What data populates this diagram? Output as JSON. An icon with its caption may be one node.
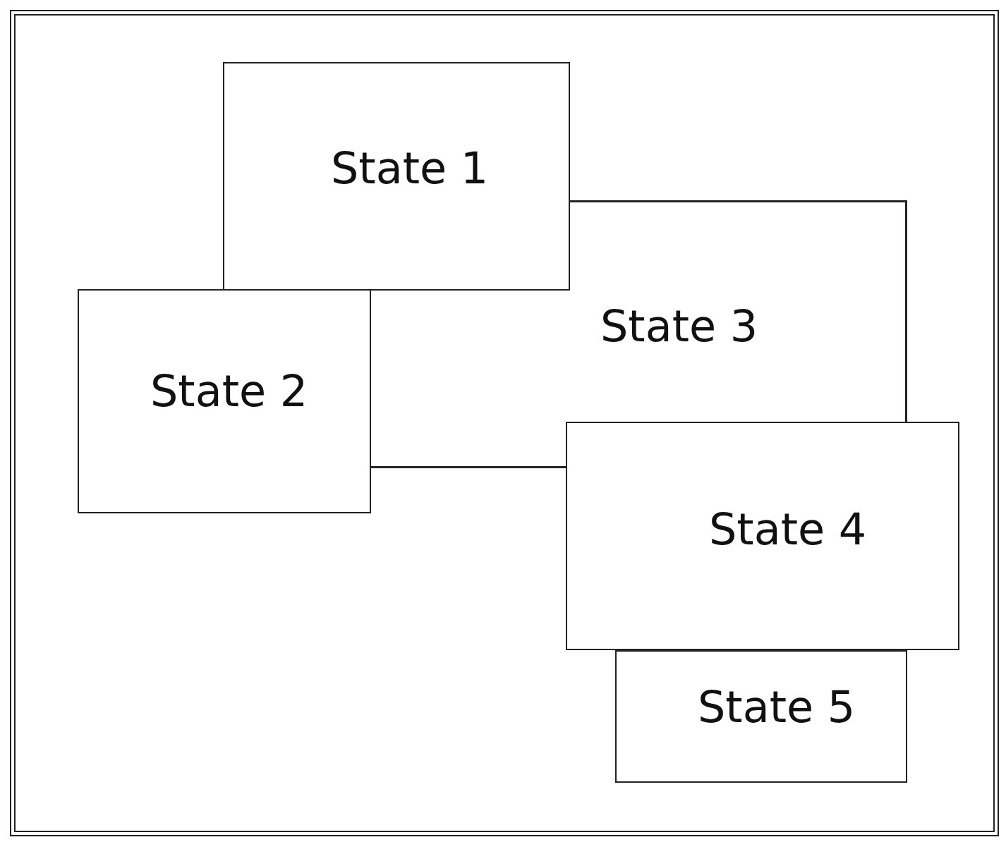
{
  "diagram": {
    "nodes": [
      {
        "text": [
          "State 1"
        ]
      },
      {
        "text": [
          "State 2"
        ]
      },
      {
        "text": [
          "State 3"
        ]
      },
      {
        "text": [
          "State 4"
        ]
      },
      {
        "text": [
          "State 5"
        ]
      }
    ]
  }
}
